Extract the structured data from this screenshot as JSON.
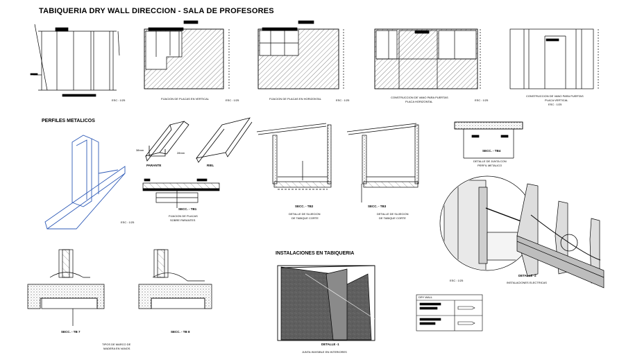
{
  "title": "TABIQUERIA DRY WALL DIRECCION - SALA DE PROFESORES",
  "sections": {
    "perfiles": "PERFILES METALICOS",
    "instalaciones": "INSTALACIONES EN TABIQUERIA"
  },
  "labels": {
    "esc1": "ESC : 1/25",
    "fij_vertical": "FIJACION DE PLACAS EN VERTICAL",
    "esc2": "ESC : 1/25",
    "fij_horizontal": "FIJACION DE PLACAS EN HORIZONTAL",
    "esc3": "ESC : 1/25",
    "vano_h1": "CONSTRUCCION DE VANO PARA PUERTAS",
    "vano_h2": "PLACA HORIZONTAL",
    "esc4": "ESC : 1/25",
    "vano_v1": "CONSTRUCCION DE VANO PARA PUERTAS",
    "vano_v2": "PLACA VERTICAL",
    "esc5": "ESC : 1/25",
    "parante": "PARANTE",
    "riel": "RIEL",
    "dim1": "38mm",
    "dim2": "28mm",
    "esc_perfil": "ESC : 1/25",
    "secc_tb1": "SECC. - TB1",
    "fij_parantes1": "FIJACION DE PLACAS",
    "fij_parantes2": "SOBRE PARANTES",
    "secc_tb2": "SECC. - TB2",
    "det_tb2_1": "DETALLE DE SUJECION",
    "det_tb2_2": "DE TABIQUE CORTE",
    "secc_tb3": "SECC. - TB3",
    "det_tb3_1": "DETALLE DE SUJECION",
    "det_tb3_2": "DE TABIQUE CORTE",
    "secc_tb4": "SECC. - TB4",
    "junta1": "DETALLE DE JUNTA CON",
    "junta2": "PERFIL METALICO",
    "esc_det2": "ESC : 1/25",
    "detalle2": "DETALLE -2",
    "inst_elec": "INSTALACIONES ELECTRICAS",
    "secc_tb7": "SECC. - TB 7",
    "secc_tb8": "SECC. - TB 8",
    "marco1": "TIPOS DE MARCO DE",
    "marco2": "MADERA EN VANOS",
    "detalle1": "DETALLE -1",
    "junta_inv": "JUNTA INVISIBLE EN INTERIORES",
    "legend_title": "DRY WALL"
  },
  "colors": {
    "line": "#000000",
    "hatch": "#555555",
    "profile_blue": "#2f5bb7",
    "concrete": "#9a9a9a",
    "panel_dark": "#6b6b6b"
  }
}
